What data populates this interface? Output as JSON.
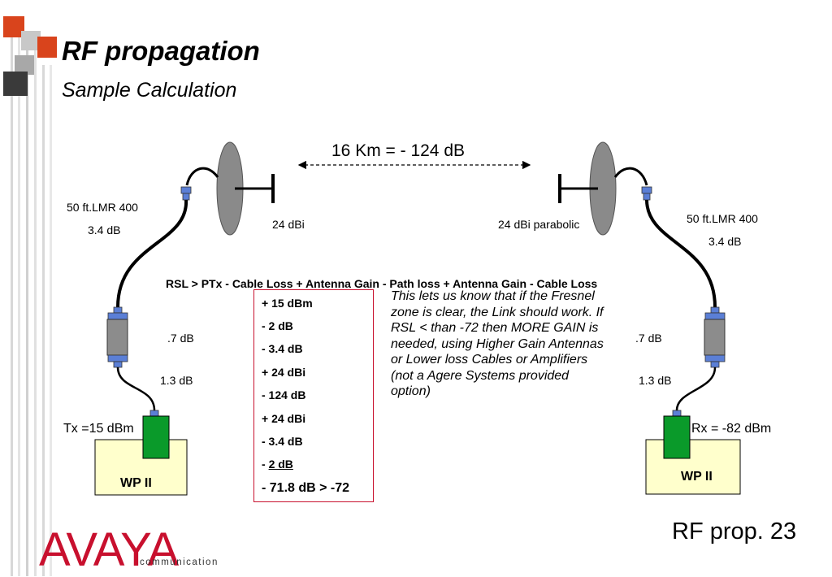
{
  "slide": {
    "title": "RF propagation",
    "subtitle": "Sample Calculation",
    "page_number": "RF prop. 23"
  },
  "path": {
    "label": "16 Km = - 124 dB"
  },
  "left_side": {
    "cable_name": "50 ft.LMR 400",
    "cable_loss": "3.4 dB",
    "antenna_gain": "24 dBi",
    "arrestor_loss": ".7 dB",
    "pigtail_loss": "1.3 dB",
    "power_label": "Tx =15 dBm",
    "device_label": "WP II"
  },
  "right_side": {
    "cable_name": "50 ft.LMR 400",
    "cable_loss": "3.4 dB",
    "antenna_gain": "24 dBi parabolic",
    "arrestor_loss": ".7 dB",
    "pigtail_loss": "1.3 dB",
    "power_label": "Rx = -82 dBm",
    "device_label": "WP II"
  },
  "formula": "RSL > PTx - Cable Loss + Antenna Gain - Path loss + Antenna Gain - Cable Loss",
  "calculation": {
    "lines": [
      "+ 15 dBm",
      "- 2 dB",
      "- 3.4 dB",
      "+ 24 dBi",
      "- 124 dB",
      "+ 24 dBi",
      "- 3.4 dB"
    ],
    "last_line_prefix": "- ",
    "last_line_value": "2 dB",
    "total": "- 71.8 dB > -72"
  },
  "note": "This lets us know that if the Fresnel zone is clear, the Link should work.  If RSL < than -72 then MORE GAIN is needed, using Higher Gain Antennas or Lower loss Cables or Amplifiers (not a Agere Systems provided option)",
  "logo": {
    "name": "AVAYA",
    "tagline": "communication"
  },
  "colors": {
    "accent_red": "#c8102e",
    "orange_square": "#d9441c",
    "dark_square": "#3a3a3a",
    "device_fill": "#ffffcc",
    "radio_green": "#0a9a2a",
    "connector_blue": "#5b7fd6",
    "arrestor_gray": "#8c8c8c",
    "dish_gray": "#8a8a8a"
  }
}
